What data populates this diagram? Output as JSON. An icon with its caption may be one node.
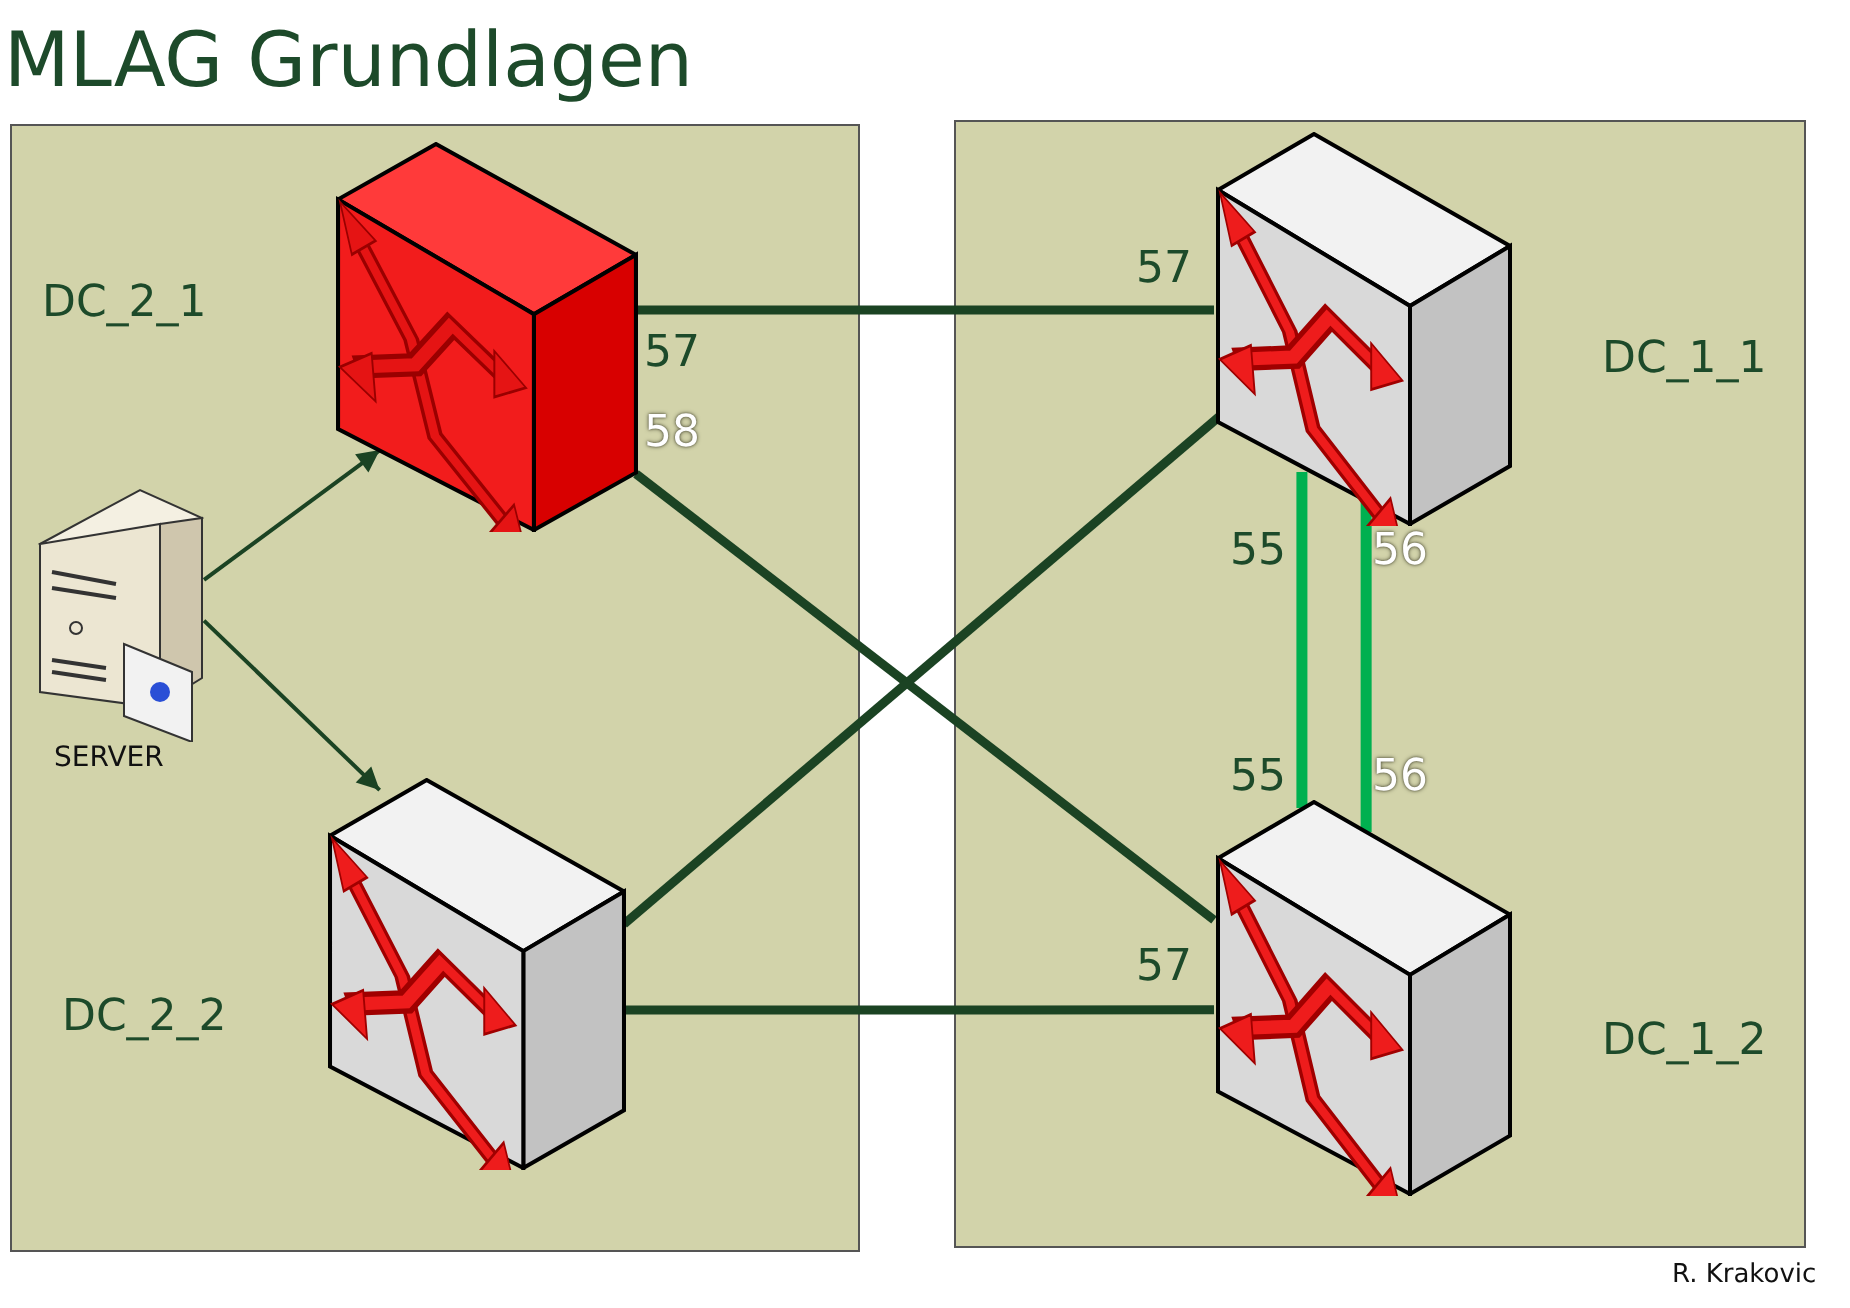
{
  "diagram": {
    "title": "MLAG Grundlagen",
    "nodes": [
      {
        "text": [],
        "shape": "box"
      },
      {
        "text": [],
        "shape": "picture",
        "in": 0,
        "beside": [
          "DC_2_1"
        ]
      },
      {
        "text": [],
        "shape": "picture",
        "in": 0,
        "beside": [
          "SERVER"
        ]
      },
      {
        "text": [],
        "shape": "picture",
        "in": 0,
        "beside": [
          "DC_2_2"
        ]
      },
      {
        "text": [],
        "shape": "box"
      },
      {
        "text": [],
        "shape": "picture",
        "in": 4,
        "beside": [
          "DC_1_1"
        ]
      },
      {
        "text": [],
        "shape": "picture",
        "in": 4,
        "beside": [
          "DC_1_2"
        ]
      }
    ],
    "edges": [
      {
        "from": 2,
        "to": 1,
        "arrow": "to"
      },
      {
        "from": 2,
        "to": 3,
        "arrow": "to"
      },
      {
        "from": 1,
        "to": 5,
        "arrow": "none"
      },
      {
        "from": 1,
        "to": 6,
        "arrow": "none"
      },
      {
        "from": 3,
        "to": 5,
        "arrow": "none"
      },
      {
        "from": 3,
        "to": 6,
        "arrow": "none"
      },
      {
        "from": 5,
        "to": 6,
        "arrow": "none",
        "color": "#00b050"
      },
      {
        "from": 5,
        "to": 6,
        "arrow": "none",
        "color": "#00b050"
      }
    ],
    "labels": [
      "57",
      "58",
      "57",
      "55",
      "56",
      "55",
      "56",
      "57",
      "R. Krakovic"
    ]
  }
}
